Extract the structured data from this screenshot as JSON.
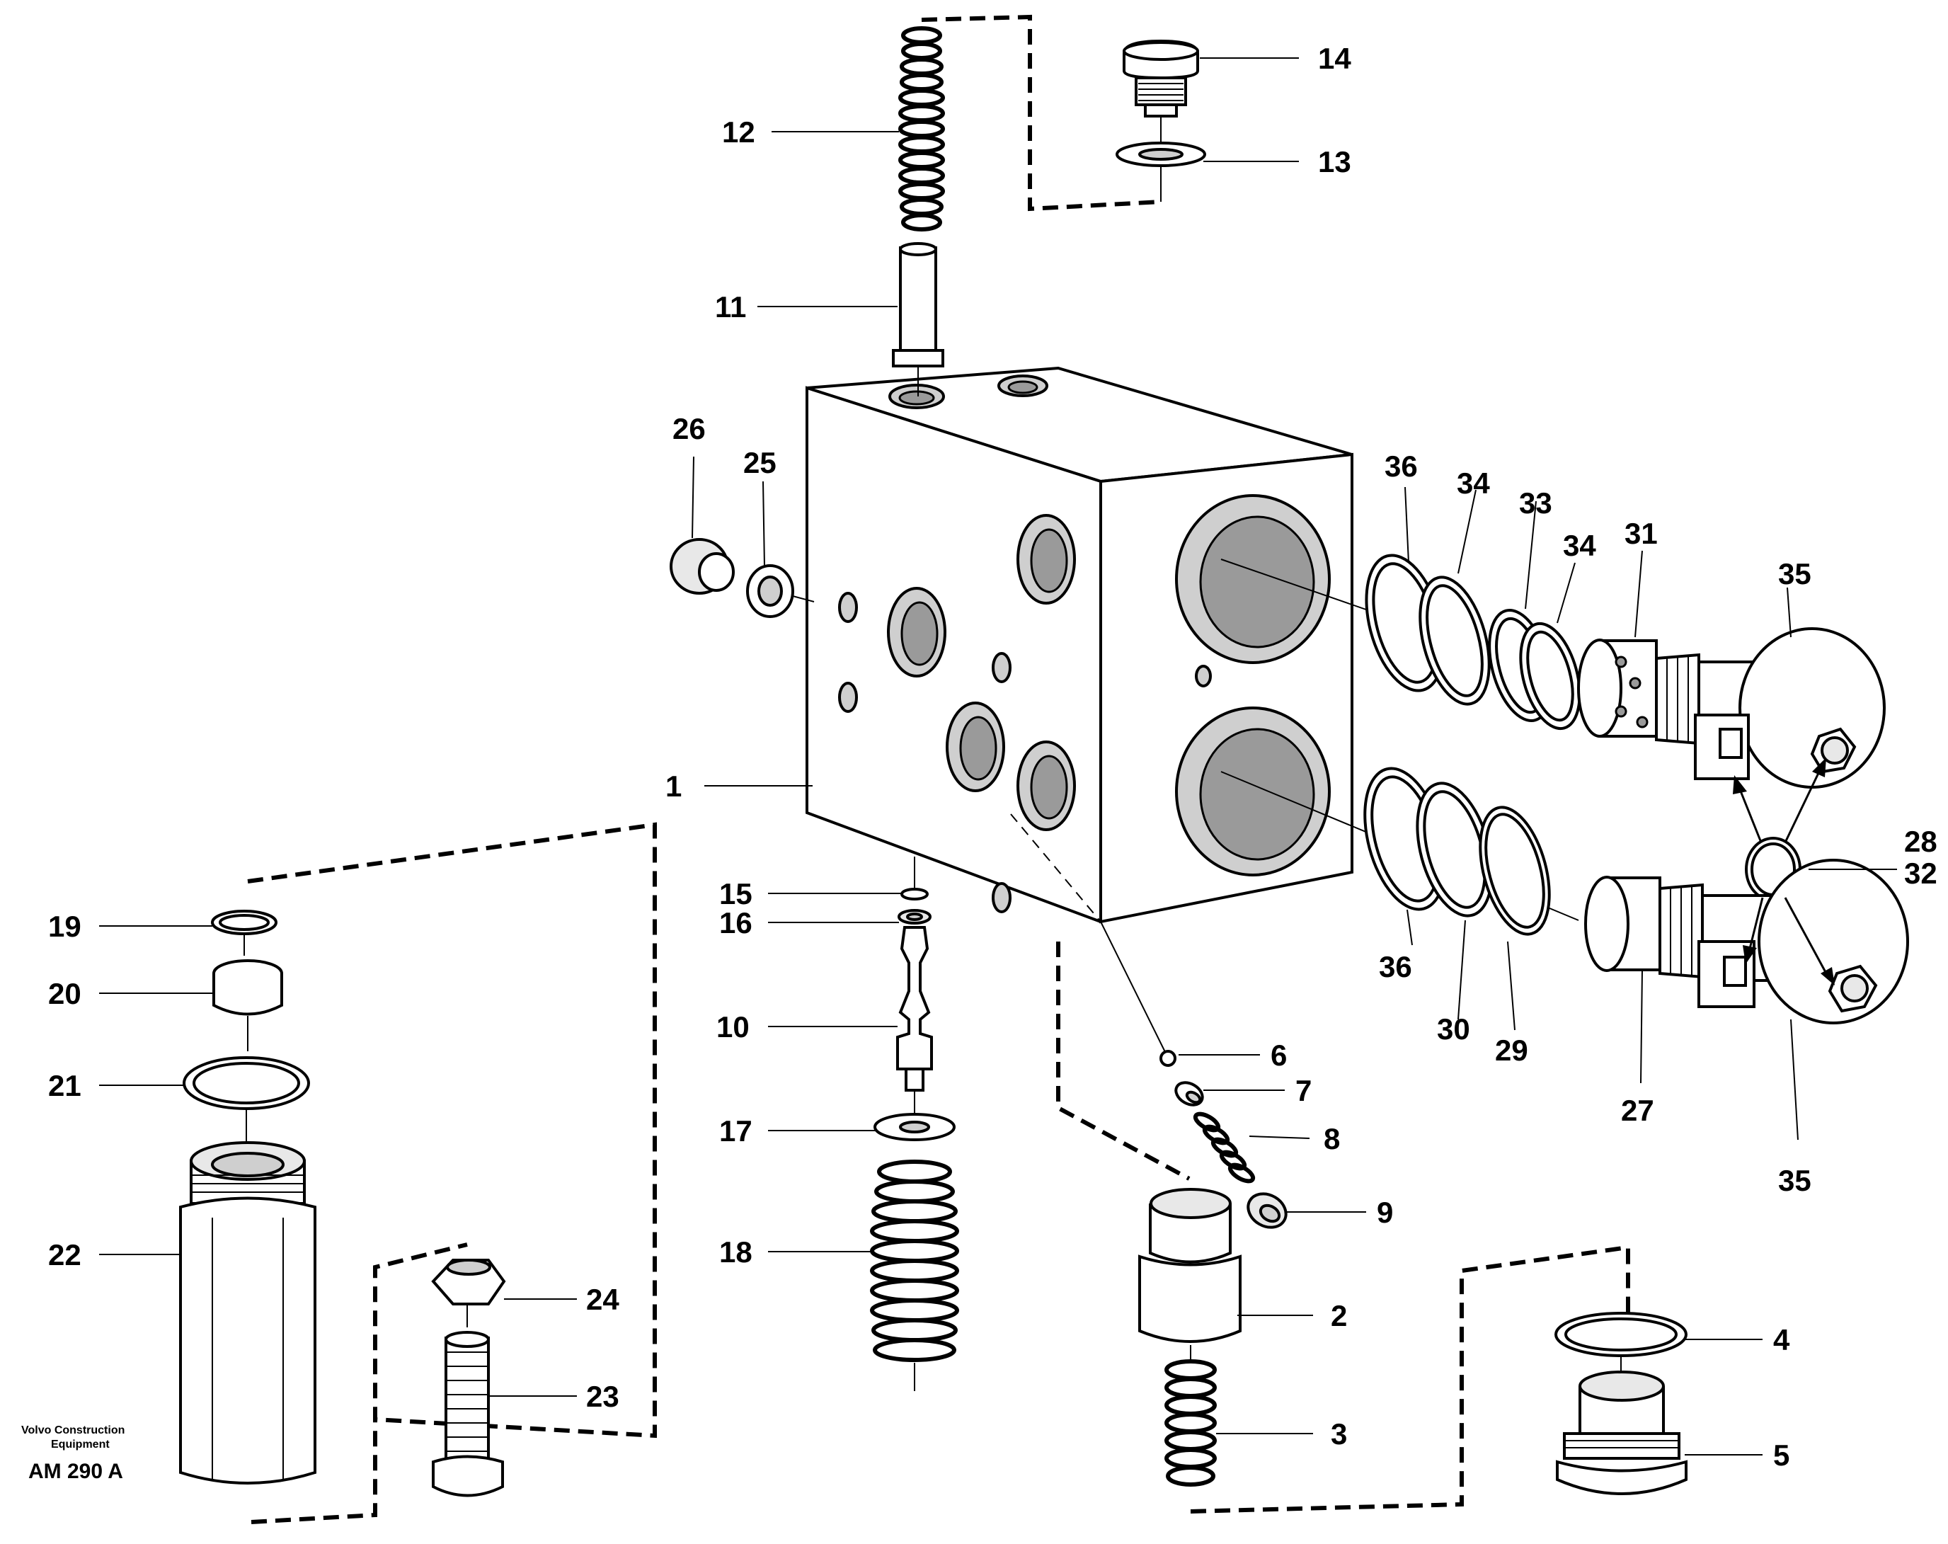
{
  "caption": {
    "maker_line1": "Volvo Construction",
    "maker_line2": "Equipment",
    "figure_code": "AM 290 A"
  },
  "callouts": {
    "c1": "1",
    "c2": "2",
    "c3": "3",
    "c4": "4",
    "c5": "5",
    "c6": "6",
    "c7": "7",
    "c8": "8",
    "c9": "9",
    "c10": "10",
    "c11": "11",
    "c12": "12",
    "c13": "13",
    "c14": "14",
    "c15": "15",
    "c16": "16",
    "c17": "17",
    "c18": "18",
    "c19": "19",
    "c20": "20",
    "c21": "21",
    "c22": "22",
    "c23": "23",
    "c24": "24",
    "c25": "25",
    "c26": "26",
    "c27": "27",
    "c28": "28",
    "c29": "29",
    "c30": "30",
    "c31": "31",
    "c32": "32",
    "c33": "33",
    "c34a": "34",
    "c34b": "34",
    "c35a": "35",
    "c35b": "35",
    "c36a": "36",
    "c36b": "36"
  }
}
